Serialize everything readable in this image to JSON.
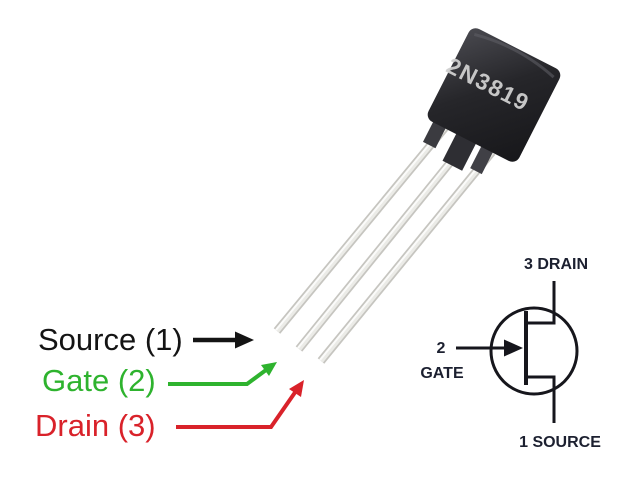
{
  "photo": {
    "part_number": "2N3819",
    "body_color": "#232327",
    "lead_color": "#d6d5d0"
  },
  "pin_labels": [
    {
      "name": "Source",
      "pin": "1",
      "label": "Source (1)",
      "color": "#141414"
    },
    {
      "name": "Gate",
      "pin": "2",
      "label": "Gate (2)",
      "color": "#2eb32e"
    },
    {
      "name": "Drain",
      "pin": "3",
      "label": "Drain (3)",
      "color": "#d9222a"
    }
  ],
  "schematic": {
    "symbol": "n-channel-jfet",
    "drain_label": "3 DRAIN",
    "gate_number_label": "2",
    "gate_label": "GATE",
    "source_label": "1 SOURCE",
    "line_color": "#16161c",
    "text_color": "#1c2030"
  }
}
